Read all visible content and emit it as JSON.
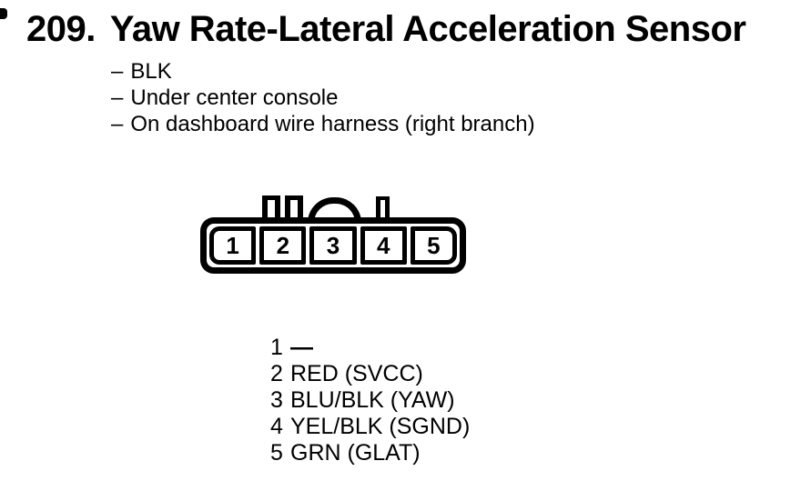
{
  "page": {
    "background": "#ffffff",
    "ink": "#000000"
  },
  "header": {
    "index": "209.",
    "title": "Yaw Rate-Lateral Acceleration Sensor"
  },
  "details": {
    "bullet": "–",
    "items": [
      "BLK",
      "Under center console",
      "On dashboard wire harness (right branch)"
    ]
  },
  "connector": {
    "pins": [
      "1",
      "2",
      "3",
      "4",
      "5"
    ],
    "keying_features": [
      "tab",
      "tab",
      "arch",
      "tab"
    ]
  },
  "pinout": {
    "rows": [
      {
        "pin": "1",
        "wire": "—"
      },
      {
        "pin": "2",
        "wire": "RED (SVCC)"
      },
      {
        "pin": "3",
        "wire": "BLU/BLK (YAW)"
      },
      {
        "pin": "4",
        "wire": "YEL/BLK (SGND)"
      },
      {
        "pin": "5",
        "wire": "GRN (GLAT)"
      }
    ]
  }
}
